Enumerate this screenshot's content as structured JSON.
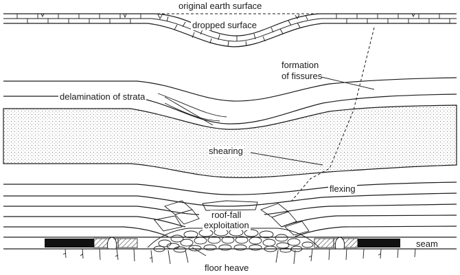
{
  "labels": {
    "original_surface": "original earth surface",
    "dropped_surface": "dropped surface",
    "formation_fissures_1": "formation",
    "formation_fissures_2": "of fissures",
    "delamination": "delamination of strata",
    "shearing": "shearing",
    "flexing": "flexing",
    "roof_fall_1": "roof-fall",
    "roof_fall_2": "exploitation",
    "seam": "seam",
    "floor_heave": "floor heave"
  }
}
